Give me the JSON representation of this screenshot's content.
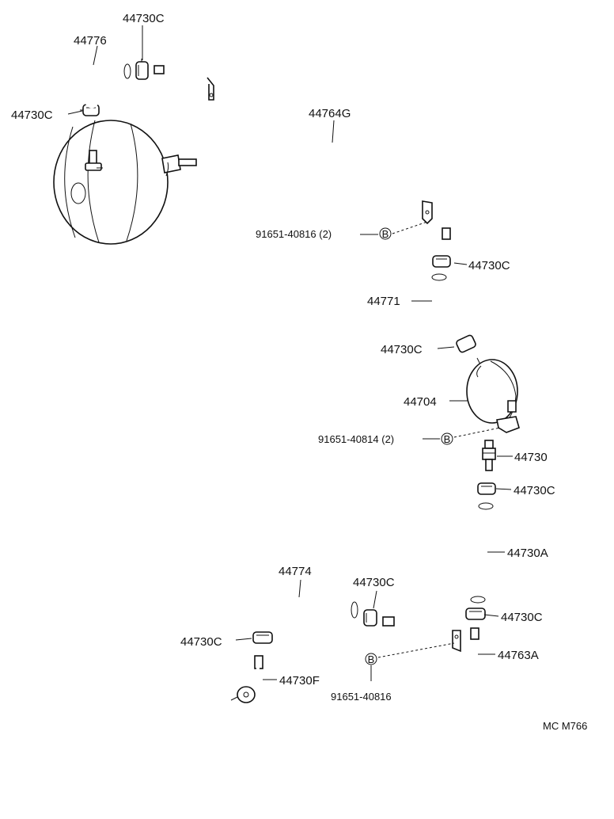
{
  "diagram_code": "MC M766",
  "callouts": [
    {
      "id": "c1",
      "text": "44730C"
    },
    {
      "id": "c2",
      "text": "44776"
    },
    {
      "id": "c3",
      "text": "44730C"
    },
    {
      "id": "c4",
      "text": "44764G"
    },
    {
      "id": "c5",
      "text": "91651-40816 (2)"
    },
    {
      "id": "c6",
      "text": "44730C"
    },
    {
      "id": "c7",
      "text": "44771"
    },
    {
      "id": "c8",
      "text": "44730C"
    },
    {
      "id": "c9",
      "text": "44704"
    },
    {
      "id": "c10",
      "text": "91651-40814 (2)"
    },
    {
      "id": "c11",
      "text": "44730"
    },
    {
      "id": "c12",
      "text": "44730C"
    },
    {
      "id": "c13",
      "text": "44730A"
    },
    {
      "id": "c14",
      "text": "44774"
    },
    {
      "id": "c15",
      "text": "44730C"
    },
    {
      "id": "c16",
      "text": "44730C"
    },
    {
      "id": "c17",
      "text": "44730C"
    },
    {
      "id": "c18",
      "text": "44763A"
    },
    {
      "id": "c19",
      "text": "44730F"
    },
    {
      "id": "c20",
      "text": "91651-40816"
    }
  ],
  "bolt_marker": "B"
}
